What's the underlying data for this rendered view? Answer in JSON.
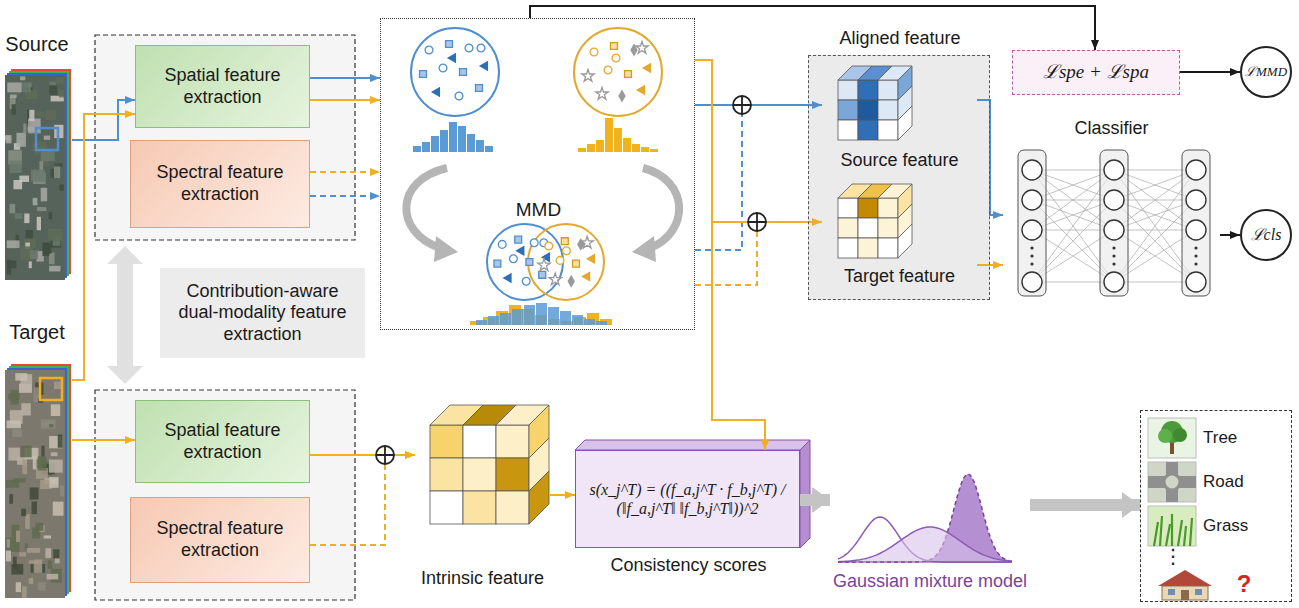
{
  "diagram": {
    "nodes": [
      {
        "text": [
          "Source"
        ]
      },
      {
        "text": [
          "Target"
        ]
      },
      {
        "text": [
          "Spatial feature extraction"
        ]
      },
      {
        "text": [
          "Spectral feature extraction"
        ]
      },
      {
        "text": [
          "Contribution-aware dual-modality feature extraction"
        ]
      },
      {
        "text": [
          "Spatial feature extraction"
        ]
      },
      {
        "text": [
          "Spectral feature extraction"
        ]
      },
      {
        "text": [
          "MMD"
        ]
      },
      {
        "text": [
          "Aligned feature"
        ]
      },
      {
        "text": [
          "Source feature"
        ],
        "in": 8
      },
      {
        "text": [
          "Target feature"
        ],
        "in": 8
      },
      {
        "text": [
          "ℒspe + ℒspa"
        ]
      },
      {
        "text": [
          "ℒMMD"
        ]
      },
      {
        "text": [
          "Classifier"
        ]
      },
      {
        "text": [
          "ℒcls"
        ]
      },
      {
        "text": [
          "Intrinsic feature"
        ]
      },
      {
        "text": [
          "s(x_j^T) = ((f_a,j^T · f_b,j^T) / (‖f_a,j^T‖ ‖f_b,j^T‖))^2",
          "Consistency scores"
        ]
      },
      {
        "text": [
          "Gaussian mixture model"
        ]
      },
      {
        "text": [
          "Tree",
          "Road",
          "Grass",
          "⋮",
          "?"
        ]
      }
    ],
    "edges": [
      {
        "from": 0,
        "to": 2,
        "arrow": "to"
      },
      {
        "from": 1,
        "to": 2,
        "arrow": "to"
      },
      {
        "from": 2,
        "to": 7,
        "arrow": "to"
      },
      {
        "from": 2,
        "to": 7,
        "arrow": "to"
      },
      {
        "from": 3,
        "to": 7,
        "arrow": "to"
      },
      {
        "from": 3,
        "to": 7,
        "arrow": "to"
      },
      {
        "from": 7,
        "to": 9,
        "arrow": "to"
      },
      {
        "from": 7,
        "to": 10,
        "arrow": "to"
      },
      {
        "from": 7,
        "to": 16,
        "arrow": "to"
      },
      {
        "from": 7,
        "to": 11,
        "arrow": "to"
      },
      {
        "from": 11,
        "to": 12,
        "arrow": "to"
      },
      {
        "from": 9,
        "to": 13,
        "arrow": "to"
      },
      {
        "from": 10,
        "to": 13,
        "arrow": "to"
      },
      {
        "from": 13,
        "to": 14,
        "arrow": "to"
      },
      {
        "from": 1,
        "to": 5,
        "arrow": "to"
      },
      {
        "from": 5,
        "to": 15,
        "arrow": "to"
      },
      {
        "from": 6,
        "to": 15,
        "arrow": "to"
      },
      {
        "from": 15,
        "to": 16,
        "arrow": "to"
      },
      {
        "from": 16,
        "to": 17,
        "arrow": "to"
      },
      {
        "from": 17,
        "to": 18,
        "arrow": "to"
      }
    ]
  }
}
